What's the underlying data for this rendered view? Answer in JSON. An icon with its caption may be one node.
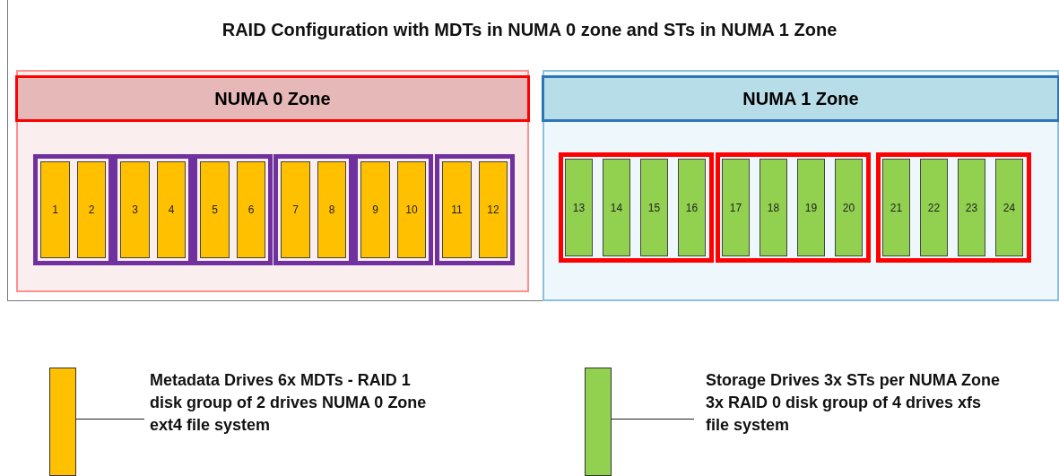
{
  "diagram": {
    "title": "RAID Configuration with MDTs in NUMA 0 zone and STs in NUMA 1 Zone",
    "nodes": [
      {
        "text": [
          "NUMA 0 Zone"
        ]
      },
      {
        "text": [],
        "shape": "box",
        "in": 0
      },
      {
        "text": [
          "1"
        ],
        "in": 1
      },
      {
        "text": [
          "2"
        ],
        "in": 1
      },
      {
        "text": [],
        "shape": "box",
        "in": 0
      },
      {
        "text": [
          "3"
        ],
        "in": 4
      },
      {
        "text": [
          "4"
        ],
        "in": 4
      },
      {
        "text": [],
        "shape": "box",
        "in": 0
      },
      {
        "text": [
          "5"
        ],
        "in": 7
      },
      {
        "text": [
          "6"
        ],
        "in": 7
      },
      {
        "text": [],
        "shape": "box",
        "in": 0
      },
      {
        "text": [
          "7"
        ],
        "in": 10
      },
      {
        "text": [
          "8"
        ],
        "in": 10
      },
      {
        "text": [],
        "shape": "box",
        "in": 0
      },
      {
        "text": [
          "9"
        ],
        "in": 13
      },
      {
        "text": [
          "10"
        ],
        "in": 13
      },
      {
        "text": [],
        "shape": "box",
        "in": 0
      },
      {
        "text": [
          "11"
        ],
        "in": 16
      },
      {
        "text": [
          "12"
        ],
        "in": 16
      },
      {
        "text": [
          "NUMA 1 Zone"
        ]
      },
      {
        "text": [],
        "shape": "box",
        "in": 19
      },
      {
        "text": [
          "13"
        ],
        "in": 20
      },
      {
        "text": [
          "14"
        ],
        "in": 20
      },
      {
        "text": [
          "15"
        ],
        "in": 20
      },
      {
        "text": [
          "16"
        ],
        "in": 20
      },
      {
        "text": [],
        "shape": "box",
        "in": 19
      },
      {
        "text": [
          "17"
        ],
        "in": 25
      },
      {
        "text": [
          "18"
        ],
        "in": 25
      },
      {
        "text": [
          "19"
        ],
        "in": 25
      },
      {
        "text": [
          "20"
        ],
        "in": 25
      },
      {
        "text": [],
        "shape": "box",
        "in": 19
      },
      {
        "text": [
          "21"
        ],
        "in": 30
      },
      {
        "text": [
          "22"
        ],
        "in": 30
      },
      {
        "text": [
          "23"
        ],
        "in": 30
      },
      {
        "text": [
          "24"
        ],
        "in": 30
      }
    ],
    "edges": [],
    "legend": [
      {
        "text": "Metadata Drives 6x MDTs - RAID 1 disk group of 2 drives NUMA 0 Zone ext4 file system",
        "color": "#ffc000"
      },
      {
        "text": "Storage Drives 3x STs per NUMA Zone 3x RAID 0 disk group of 4 drives xfs file system",
        "color": "#92d050"
      }
    ]
  }
}
